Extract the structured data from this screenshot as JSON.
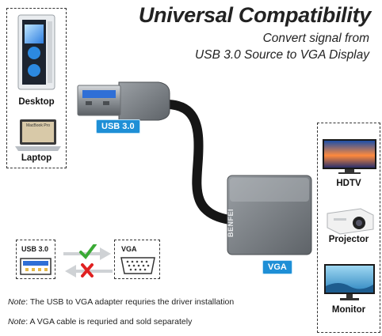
{
  "title": "Universal Compatibility",
  "subtitle_line1": "Convert signal from",
  "subtitle_line2": "USB 3.0 Source to VGA Display",
  "devices_left": [
    {
      "label": "Desktop",
      "icon": "desktop-pc-icon"
    },
    {
      "label": "Laptop",
      "icon": "laptop-icon"
    }
  ],
  "devices_right": [
    {
      "label": "HDTV",
      "icon": "tv-icon"
    },
    {
      "label": "Projector",
      "icon": "projector-icon"
    },
    {
      "label": "Monitor",
      "icon": "monitor-icon"
    }
  ],
  "tags": {
    "usb": "USB 3.0",
    "vga": "VGA"
  },
  "adapter_brand": "BENFEI",
  "laptop_screen_text": "MacBook Pro",
  "ports": {
    "usb_label": "USB 3.0",
    "vga_label": "VGA"
  },
  "notes": [
    {
      "prefix": "Note",
      "text": ": The USB to VGA adapter requries the driver installation"
    },
    {
      "prefix": "Note",
      "text": ": A VGA cable is requried and sold separately"
    }
  ],
  "colors": {
    "accent": "#1e8fd6",
    "check": "#3aaa35",
    "cross": "#e02020"
  }
}
